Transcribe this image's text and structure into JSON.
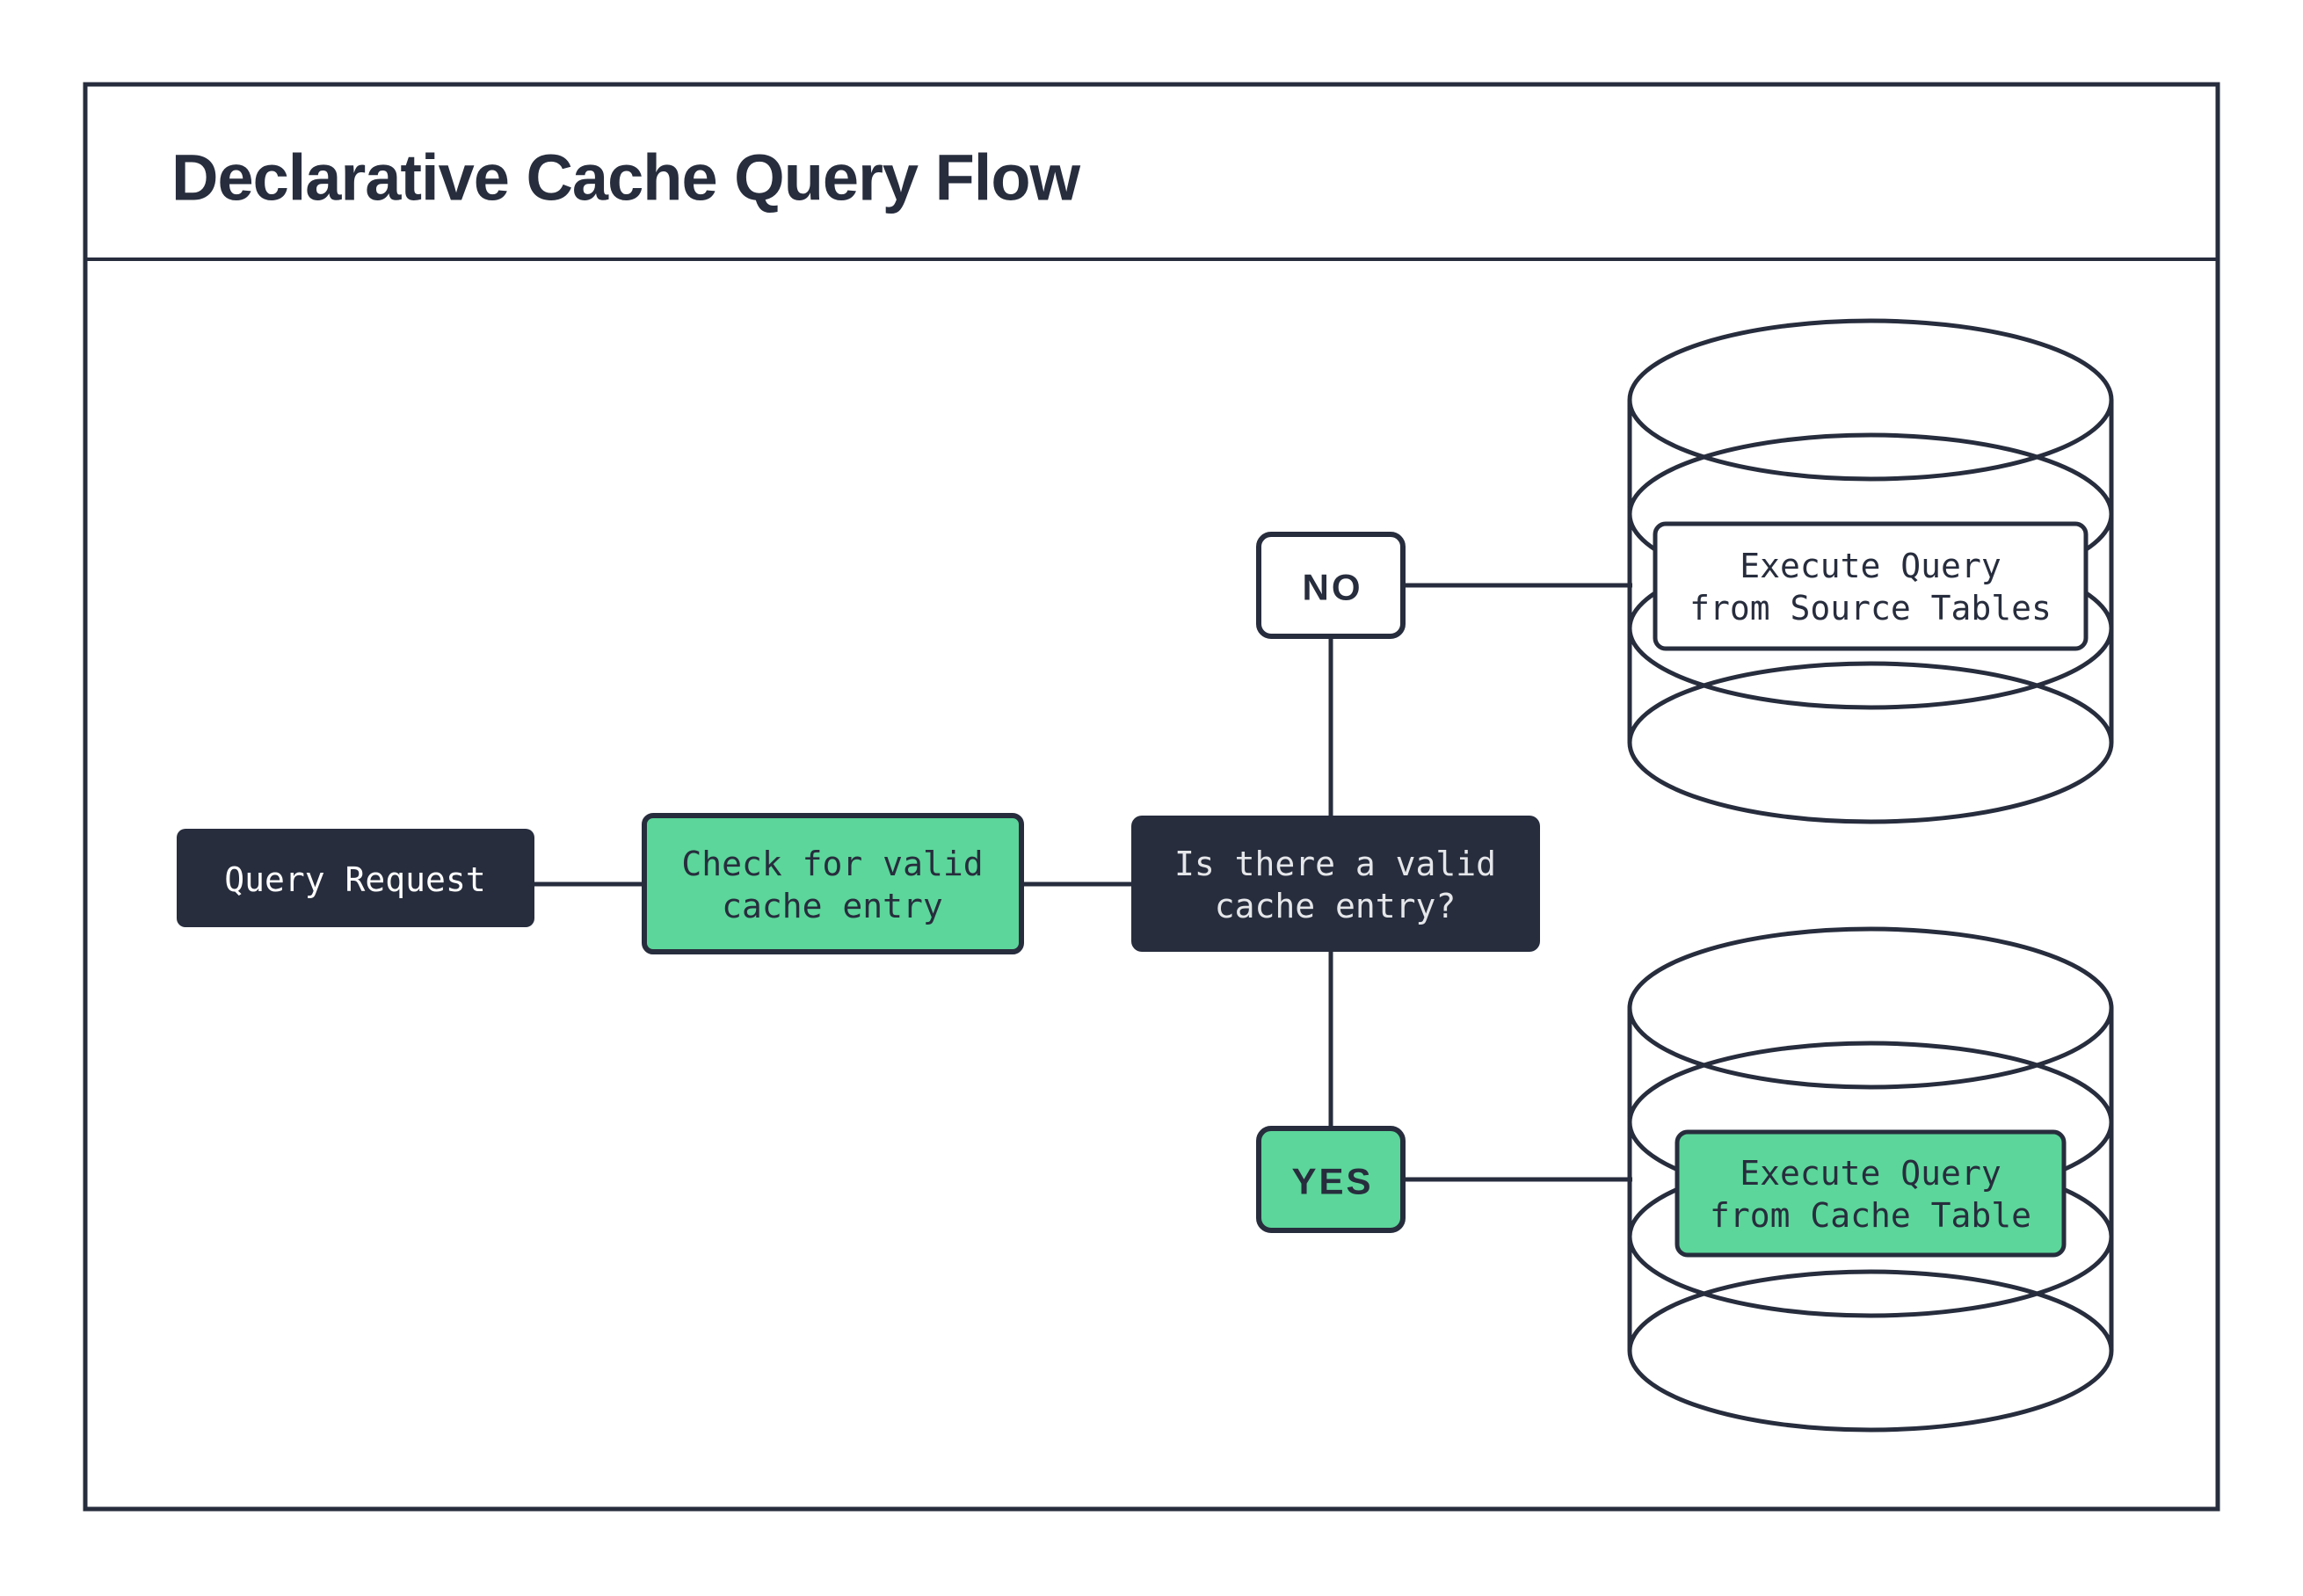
{
  "title": "Declarative Cache Query Flow",
  "colors": {
    "navy": "#272d3d",
    "green": "#5cd69a",
    "white": "#ffffff",
    "light_text": "#e4e6e9"
  },
  "nodes": {
    "query_request": {
      "label": "Query Request"
    },
    "check_cache": {
      "line1": "Check for valid",
      "line2": "cache entry"
    },
    "decision": {
      "line1": "Is there a valid",
      "line2": "cache entry?"
    },
    "no_branch": {
      "label": "NO"
    },
    "yes_branch": {
      "label": "YES"
    },
    "source_db": {
      "line1": "Execute Query",
      "line2": "from Source Tables"
    },
    "cache_db": {
      "line1": "Execute Query",
      "line2": "from Cache Table"
    }
  }
}
